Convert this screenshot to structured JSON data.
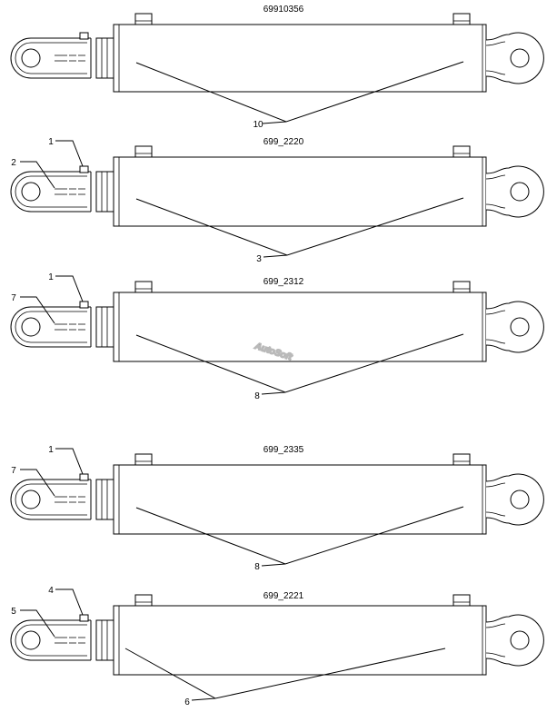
{
  "watermark": "AutoSoft",
  "assemblies": [
    {
      "part_number": "69910356",
      "callouts": [
        {
          "label": "10",
          "type": "apex"
        }
      ]
    },
    {
      "part_number": "699_2220",
      "callouts": [
        {
          "label": "1",
          "type": "nut"
        },
        {
          "label": "2",
          "type": "clevis"
        },
        {
          "label": "3",
          "type": "apex"
        }
      ]
    },
    {
      "part_number": "699_2312",
      "callouts": [
        {
          "label": "1",
          "type": "nut"
        },
        {
          "label": "7",
          "type": "clevis"
        },
        {
          "label": "8",
          "type": "apex"
        }
      ]
    },
    {
      "part_number": "699_2335",
      "callouts": [
        {
          "label": "1",
          "type": "nut"
        },
        {
          "label": "7",
          "type": "clevis"
        },
        {
          "label": "8",
          "type": "apex"
        }
      ]
    },
    {
      "part_number": "699_2221",
      "callouts": [
        {
          "label": "4",
          "type": "nut"
        },
        {
          "label": "5",
          "type": "clevis"
        },
        {
          "label": "6",
          "type": "apex"
        }
      ]
    }
  ]
}
